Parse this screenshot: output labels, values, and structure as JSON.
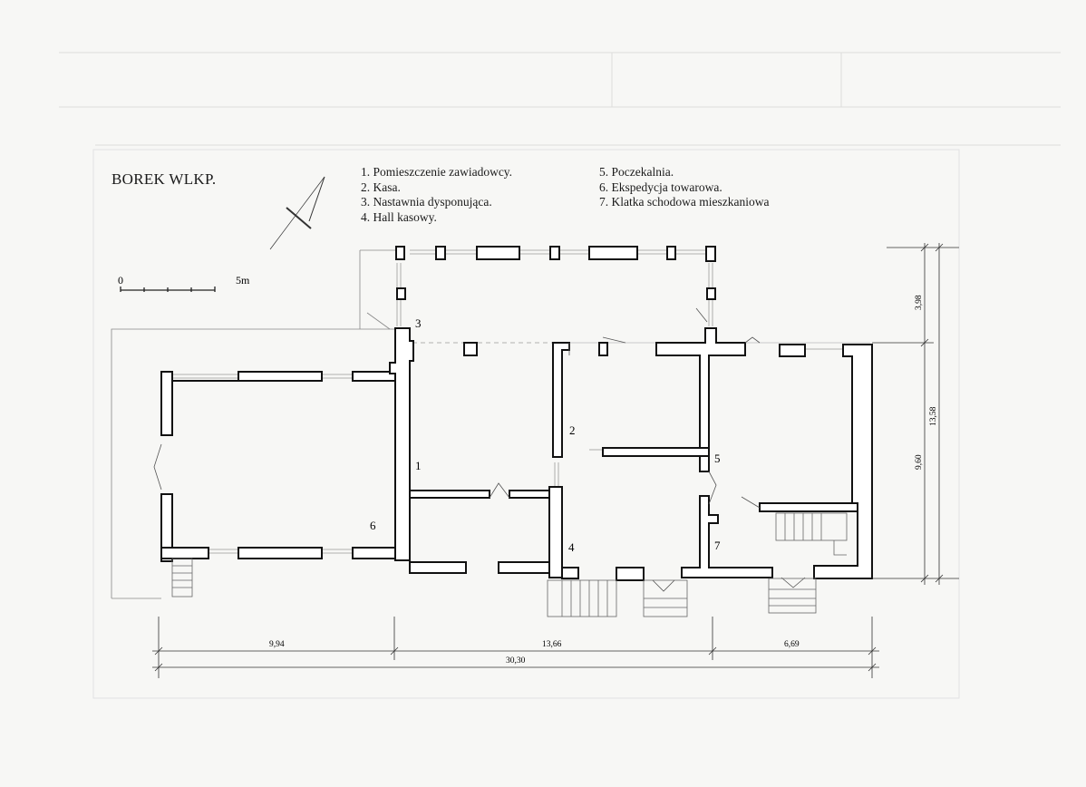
{
  "title": "BOREK WLKP.",
  "legend": {
    "col1": [
      "1. Pomieszczenie zawiadowcy.",
      "2. Kasa.",
      "3. Nastawnia dysponująca.",
      "4. Hall kasowy."
    ],
    "col2": [
      "5. Poczekalnia.",
      "6. Ekspedycja towarowa.",
      "7. Klatka schodowa mieszkaniowa"
    ]
  },
  "scale_bar": {
    "start": "0",
    "end": "5m"
  },
  "room_numbers": [
    "1",
    "2",
    "3",
    "4",
    "5",
    "6",
    "7"
  ],
  "dimensions": {
    "bottom": [
      "9,94",
      "13,66",
      "6,69"
    ],
    "bottom_total": "30,30",
    "right": [
      "3,98",
      "9,60"
    ],
    "right_total": "13,58"
  }
}
